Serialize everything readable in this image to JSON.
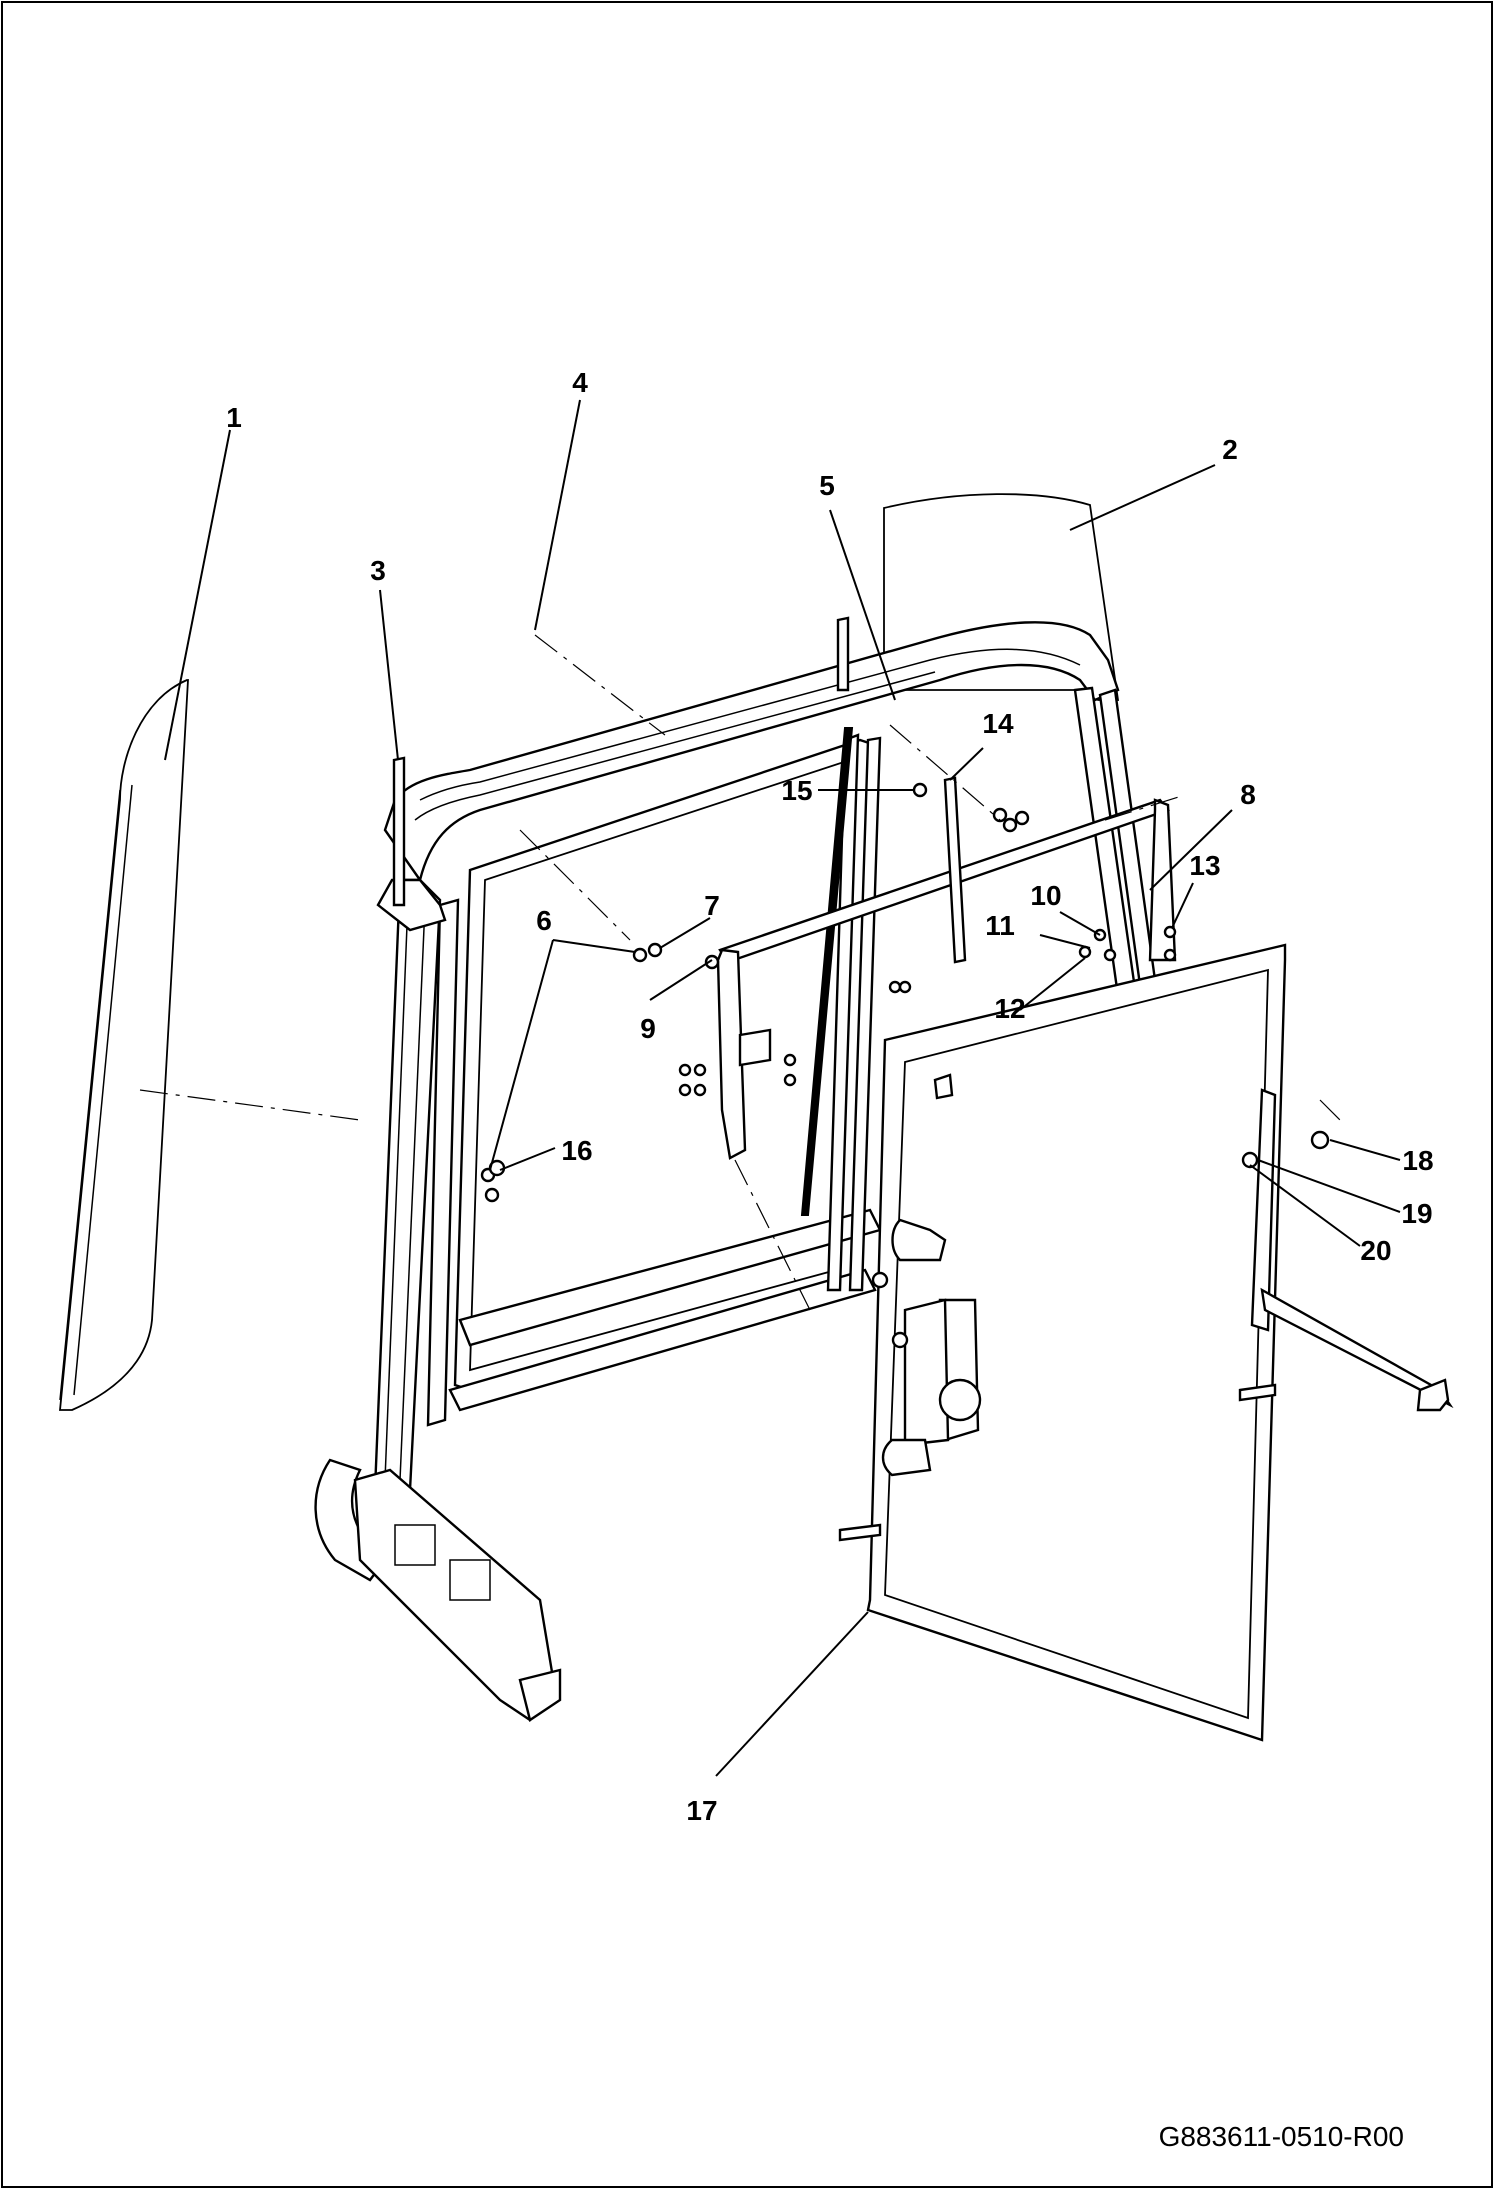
{
  "drawing_code": "G883611-0510-R00",
  "callouts": [
    {
      "label": "1"
    },
    {
      "label": "2"
    },
    {
      "label": "3"
    },
    {
      "label": "4"
    },
    {
      "label": "5"
    },
    {
      "label": "6"
    },
    {
      "label": "7"
    },
    {
      "label": "8"
    },
    {
      "label": "9"
    },
    {
      "label": "10"
    },
    {
      "label": "11"
    },
    {
      "label": "12"
    },
    {
      "label": "13"
    },
    {
      "label": "14"
    },
    {
      "label": "15"
    },
    {
      "label": "16"
    },
    {
      "label": "17"
    },
    {
      "label": "18"
    },
    {
      "label": "19"
    },
    {
      "label": "20"
    }
  ]
}
